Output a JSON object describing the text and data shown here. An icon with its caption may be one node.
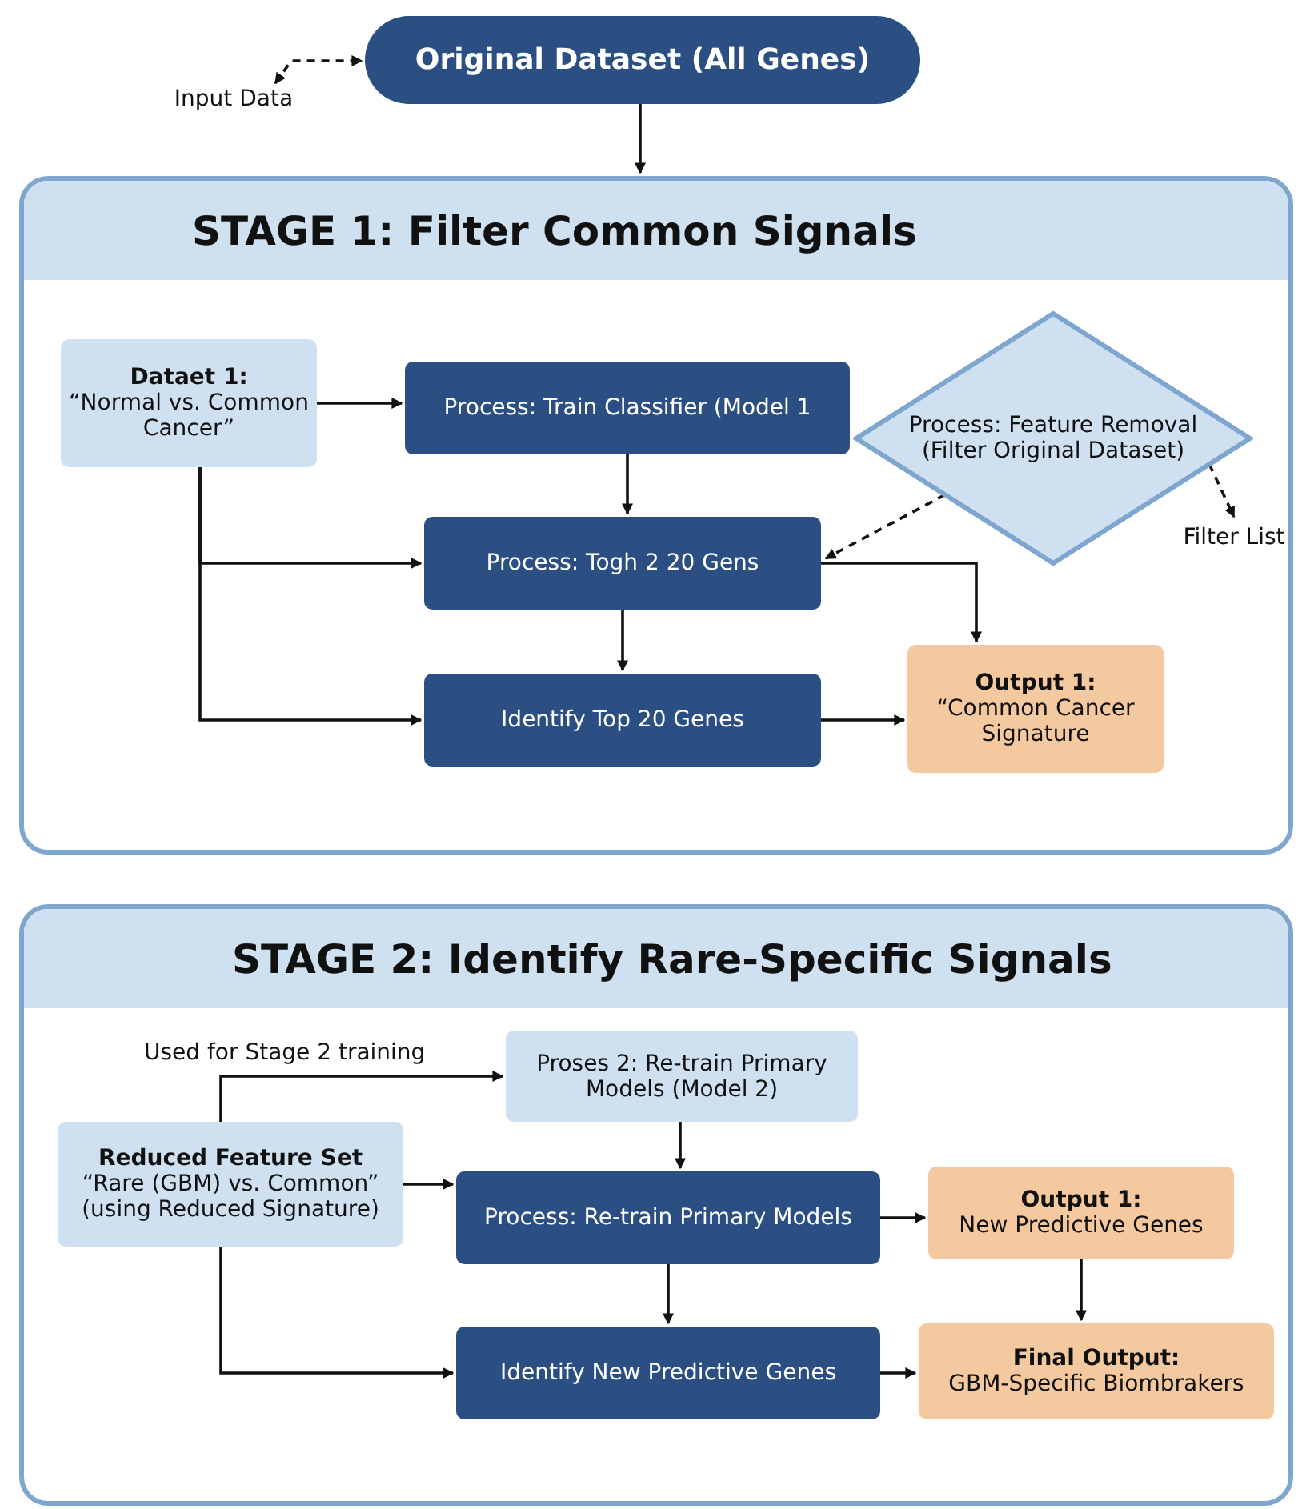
{
  "diagram": {
    "nodes": [
      {
        "text": [
          "Original Dataset (All Genes)"
        ]
      },
      {
        "text": [
          "Input Data"
        ]
      },
      {
        "text": [
          "STAGE 1: Filter Common Signals"
        ]
      },
      {
        "text": [
          "Dataet 1:",
          "“Normal vs. Common Cancer”"
        ],
        "in": 2
      },
      {
        "text": [
          "Process: Train Classifier (Model 1"
        ],
        "in": 2
      },
      {
        "text": [
          "Process: Feature Removal (Filter Original Dataset)"
        ],
        "in": 2
      },
      {
        "text": [
          "Filter List"
        ],
        "in": 2
      },
      {
        "text": [
          "Process: Togh 2 20 Gens"
        ],
        "in": 2
      },
      {
        "text": [
          "Identify Top 20 Genes"
        ],
        "in": 2
      },
      {
        "text": [
          "Output 1:",
          "“Common Cancer Signature"
        ],
        "in": 2
      },
      {
        "text": [
          "STAGE 2: Identify Rare-Specific Signals"
        ]
      },
      {
        "text": [
          "Proses 2: Re-train Primary Models (Model 2)"
        ],
        "in": 10
      },
      {
        "text": [
          "Reduced Feature Set",
          "“Rare (GBM) vs. Common” (using Reduced Signature)"
        ],
        "in": 10
      },
      {
        "text": [
          "Process: Re-train Primary Models"
        ],
        "in": 10
      },
      {
        "text": [
          "Output 1:",
          "New Predictive Genes"
        ],
        "in": 10
      },
      {
        "text": [
          "Identify New Predictive Genes"
        ],
        "in": 10
      },
      {
        "text": [
          "Final Output:",
          "GBM-Specific Biombrakers"
        ],
        "in": 10
      }
    ],
    "edges": [
      {
        "from": 1,
        "to": 0,
        "arrow": "both",
        "style": "dashed"
      },
      {
        "from": 0,
        "to": 2,
        "arrow": "to"
      },
      {
        "from": 3,
        "to": 4,
        "arrow": "to"
      },
      {
        "from": 4,
        "to": 7,
        "arrow": "to"
      },
      {
        "from": 3,
        "to": 7,
        "arrow": "to"
      },
      {
        "from": 3,
        "to": 8,
        "arrow": "to"
      },
      {
        "from": 5,
        "to": 7,
        "arrow": "to",
        "style": "dashed"
      },
      {
        "from": 5,
        "to": 6,
        "arrow": "to",
        "style": "dashed"
      },
      {
        "from": 7,
        "to": 9,
        "arrow": "to"
      },
      {
        "from": 7,
        "to": 8,
        "arrow": "to"
      },
      {
        "from": 8,
        "to": 9,
        "arrow": "to"
      },
      {
        "from": 12,
        "to": 11,
        "arrow": "to",
        "label": "Used for Stage 2 training"
      },
      {
        "from": 11,
        "to": 13,
        "arrow": "to"
      },
      {
        "from": 12,
        "to": 13,
        "arrow": "to"
      },
      {
        "from": 12,
        "to": 15,
        "arrow": "to"
      },
      {
        "from": 13,
        "to": 14,
        "arrow": "to"
      },
      {
        "from": 13,
        "to": 15,
        "arrow": "to"
      },
      {
        "from": 14,
        "to": 16,
        "arrow": "to"
      },
      {
        "from": 15,
        "to": 16,
        "arrow": "to"
      }
    ]
  }
}
